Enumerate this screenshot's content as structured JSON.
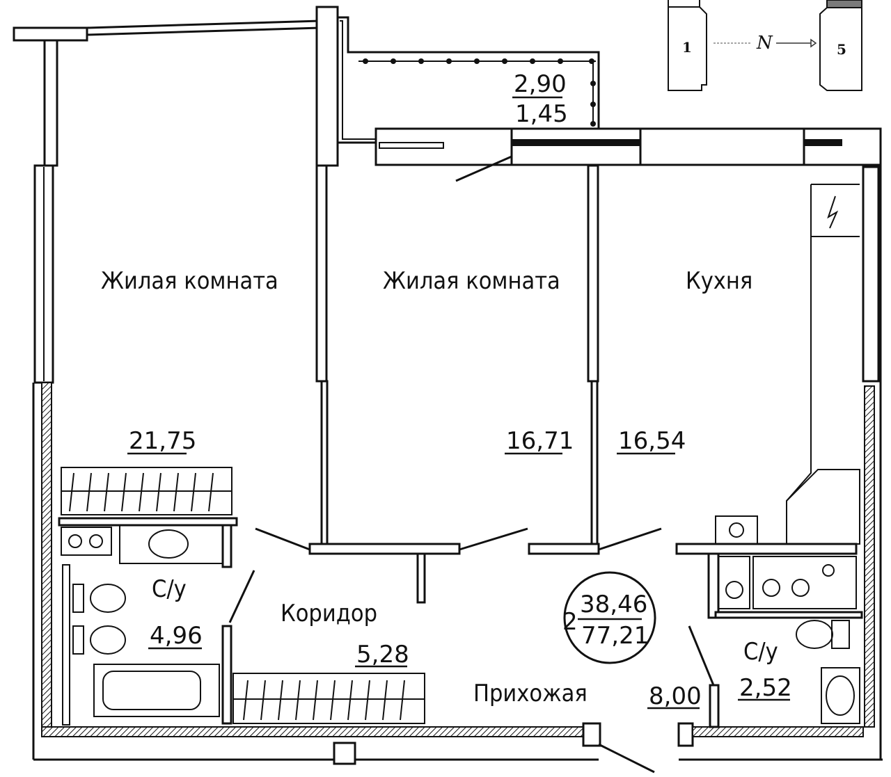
{
  "rooms": {
    "living1": {
      "name": "Жилая комната",
      "area": "21,75"
    },
    "living2": {
      "name": "Жилая комната",
      "area": "16,71"
    },
    "kitchen": {
      "name": "Кухня",
      "area": "16,54"
    },
    "bath1": {
      "name": "С/у",
      "area": "4,96"
    },
    "corridor": {
      "name": "Коридор",
      "area": "5,28"
    },
    "hall": {
      "name": "Прихожая",
      "area": "8,00"
    },
    "bath2": {
      "name": "С/у",
      "area": "2,52"
    }
  },
  "balcony": {
    "area": "2,90",
    "reduced_area": "1,45"
  },
  "summary": {
    "rooms_count": "2",
    "living_area": "38,46",
    "total_area": "77,21"
  },
  "orientation": {
    "left_building": "1",
    "compass": "N",
    "right_building": "5",
    "highlight_color": "#7a7a7a"
  }
}
